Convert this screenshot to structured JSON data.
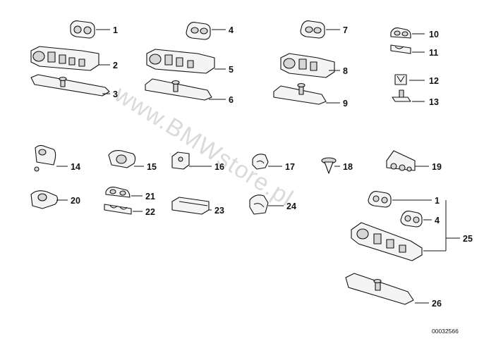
{
  "diagram": {
    "watermark": "www.BMWstore.pl",
    "drawing_code": "00032566",
    "callouts": [
      "1",
      "2",
      "3",
      "4",
      "5",
      "6",
      "7",
      "8",
      "9",
      "10",
      "11",
      "12",
      "13",
      "14",
      "15",
      "16",
      "17",
      "18",
      "19",
      "20",
      "21",
      "22",
      "23",
      "24",
      "25",
      "26"
    ],
    "group_callouts": [
      "1",
      "4"
    ]
  }
}
